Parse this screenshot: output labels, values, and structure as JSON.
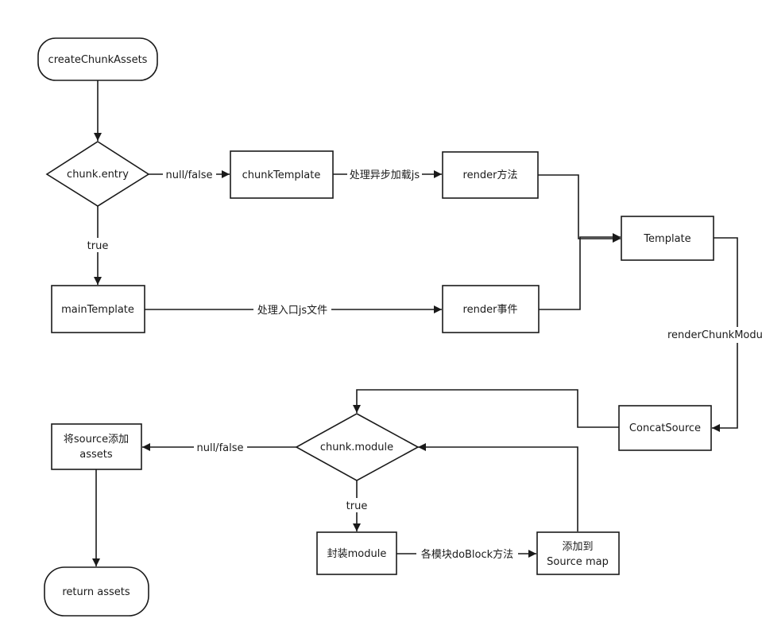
{
  "nodes": {
    "createChunkAssets": "createChunkAssets",
    "chunkEntry": "chunk.entry",
    "chunkTemplate": "chunkTemplate",
    "renderMethod": "render方法",
    "template": "Template",
    "mainTemplate": "mainTemplate",
    "renderEvent": "render事件",
    "concatSource": "ConcatSource",
    "addSourceLine1": "将source添加",
    "addSourceLine2": "assets",
    "chunkModule": "chunk.module",
    "wrapModule": "封装module",
    "addSourceMapLine1": "添加到",
    "addSourceMapLine2": "Source map",
    "returnAssets": "return assets"
  },
  "edges": {
    "entryFalse": "null/false",
    "asyncJs": "处理异步加载js",
    "entryTrue": "true",
    "entryJs": "处理入口js文件",
    "renderChunkModules": "renderChunkModules",
    "moduleFalse": "null/false",
    "moduleTrue": "true",
    "doBlock": "各模块doBlock方法"
  }
}
